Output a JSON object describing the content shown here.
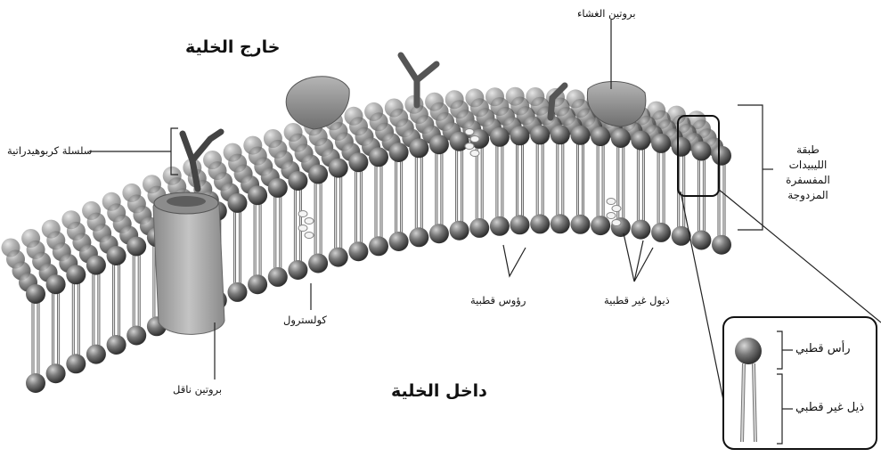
{
  "diagram": {
    "outside_title": "خارج الخلية",
    "inside_title": "داخل الخلية",
    "labels": {
      "membrane_protein": "بروتين الغشاء",
      "carbohydrate_chain": "سلسلة كربوهيدراتية",
      "bilayer_line1": "طبقة",
      "bilayer_line2": "الليبيدات",
      "bilayer_line3": "المفسفرة",
      "bilayer_line4": "المزدوجة",
      "polar_heads": "رؤوس قطبية",
      "nonpolar_tails": "ذيول غير قطبية",
      "cholesterol": "كولسترول",
      "transport_protein": "بروتين ناقل",
      "polar_head": "رأس قطبي",
      "nonpolar_tail": "ذيل غير قطبي"
    },
    "colors": {
      "head": "#6f6f6f",
      "tail": "#c9c9c9",
      "protein": "#9a9a9a",
      "background": "#ffffff"
    }
  }
}
